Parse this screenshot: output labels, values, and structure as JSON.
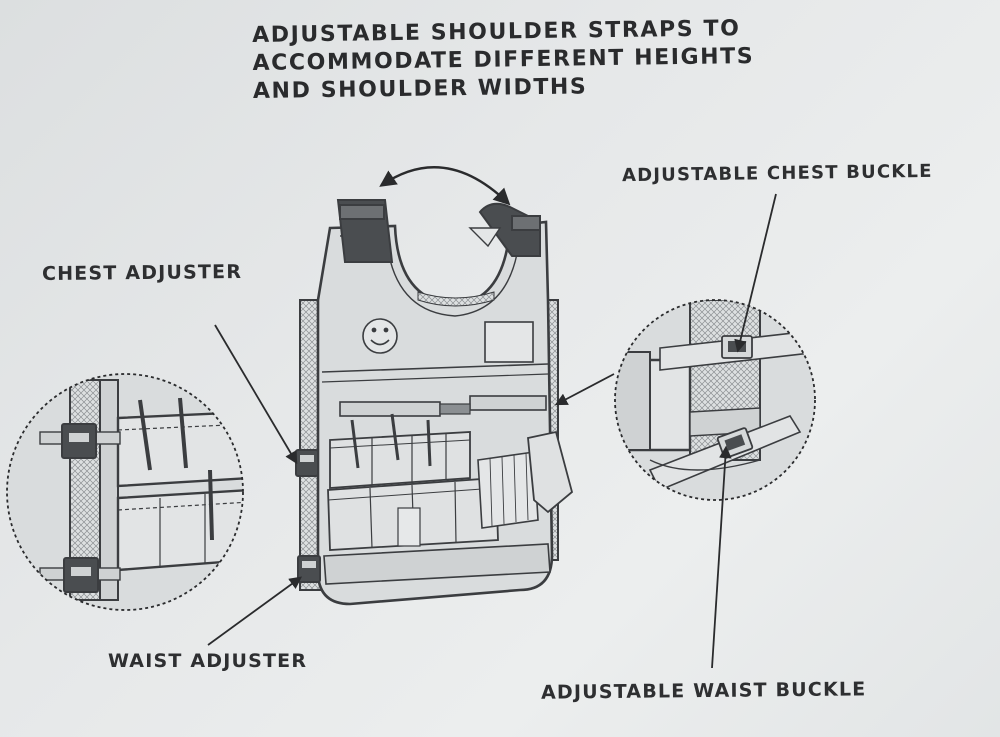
{
  "title": {
    "lines": [
      "ADJUSTABLE SHOULDER STRAPS TO",
      "ACCOMMODATE DIFFERENT HEIGHTS",
      "AND SHOULDER WIDTHS"
    ]
  },
  "labels": {
    "chest_adjuster": "CHEST ADJUSTER",
    "chest_buckle": "ADJUSTABLE CHEST BUCKLE",
    "waist_adjuster": "WAIST ADJUSTER",
    "waist_buckle": "ADJUSTABLE WAIST BUCKLE"
  },
  "colors": {
    "background": "#e6e8e9",
    "ink": "#2e2f31",
    "strap_dark": "#4a4d50",
    "fabric": "#d6d9da"
  }
}
